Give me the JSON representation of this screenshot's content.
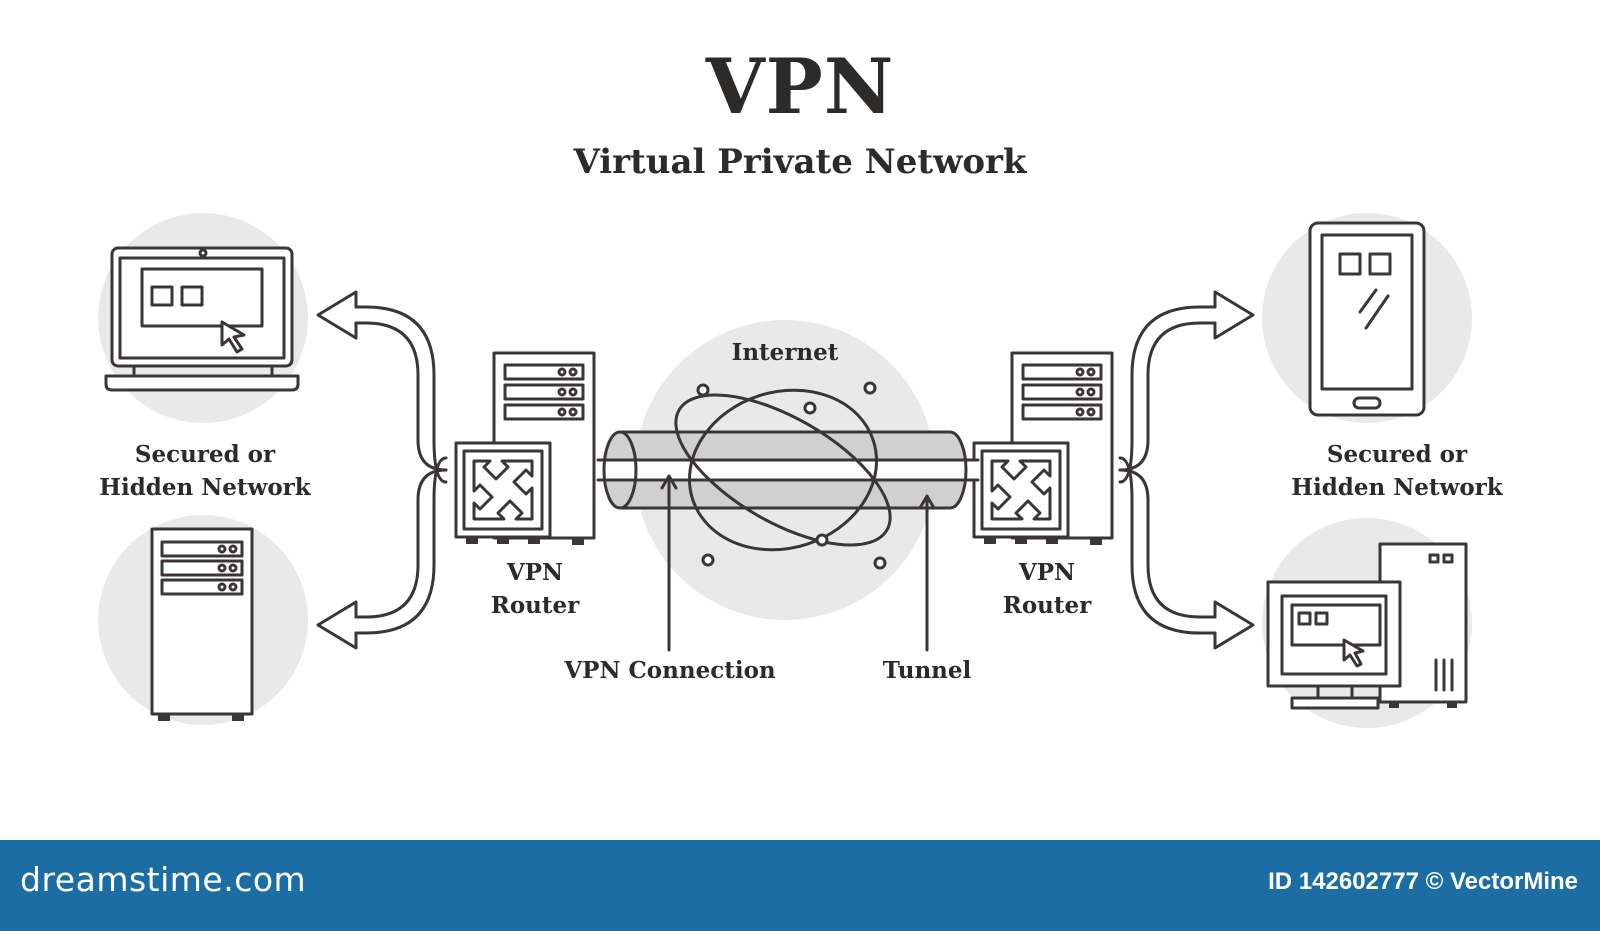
{
  "title": "VPN",
  "subtitle": "Virtual Private Network",
  "labels": {
    "internet": "Internet",
    "left_network_line1": "Secured or",
    "left_network_line2": "Hidden Network",
    "right_network_line1": "Secured or",
    "right_network_line2": "Hidden Network",
    "left_router_line1": "VPN",
    "left_router_line2": "Router",
    "right_router_line1": "VPN",
    "right_router_line2": "Router",
    "vpn_connection": "VPN Connection",
    "tunnel": "Tunnel"
  },
  "footer": {
    "brand": "dreamstime.com",
    "credit": "ID 142602777 © VectorMine"
  },
  "colors": {
    "line": "#3a3636",
    "circle_bg": "#e9e9e9",
    "tunnel_fill": "#d0d0d0",
    "footer_bg": "#1c6da4",
    "text": "#2d2a2a"
  }
}
